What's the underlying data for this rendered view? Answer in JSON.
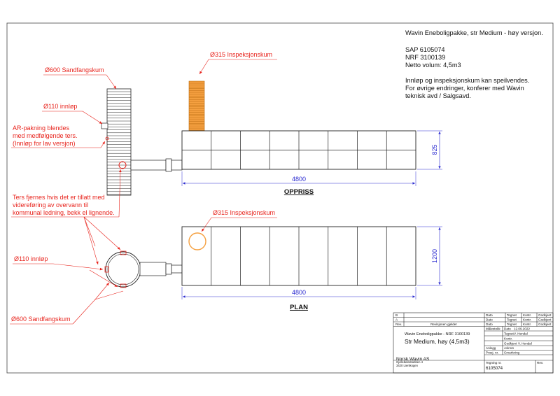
{
  "notes": {
    "title": "Wavin Eneboligpakke, str Medium - høy versjon.",
    "sap": "SAP 6105074",
    "nrf": "NRF 3100139",
    "volume": "Netto volum: 4,5m3",
    "line1": "Innløp og inspeksjonskum kan speilvendes.",
    "line2": "For øvrige endringer, konferer med Wavin",
    "line3": "teknisk avd / Salgsavd."
  },
  "labels": {
    "inspection_top": "Ø315 Inspeksjonskum",
    "sandtrap_top": "Ø600 Sandfangskum",
    "inlet_top": "Ø110 innløp",
    "gasket_1": "AR-pakning blendes",
    "gasket_2": "med medfølgende ters.",
    "gasket_3": "(Innløp for lav versjon)",
    "ters_1": "Ters fjernes hvis det er tillatt med",
    "ters_2": "videreføring av overvann til",
    "ters_3": "kommunal ledning, bekk el lignende.",
    "inspection_plan": "Ø315 Inspeksjonskum",
    "inlet_plan": "Ø110 innløp",
    "sandtrap_plan": "Ø600 Sandfangskum"
  },
  "dimensions": {
    "elev_length": "4800",
    "elev_height": "825",
    "plan_length": "4800",
    "plan_width": "1200"
  },
  "views": {
    "elevation": "OPPRISS",
    "plan": "PLAN"
  },
  "titleblock": {
    "rev_b": "B",
    "rev_a": "A",
    "rev": "Rev.",
    "rev_desc": "Revisjonen gjelder",
    "dato": "Dato",
    "tegnet": "Tegnet",
    "kontr": "Kontr.",
    "godkjent": "Godkjent",
    "malestokk": "Målestokk",
    "date_val": "12.09.2022",
    "tegnet_val": "V. Hendal",
    "kontr_lbl": "Kontr.",
    "godkjent_val": "V. Hendal",
    "anlegg": "Anlegg",
    "prosj_nr": "Prosj. nr.",
    "anlegg_val": "Avlrom",
    "prosj_val": "Cmarkning",
    "project_line": "Wavin Eneboligpakke - NRF 3100139",
    "project_title": "Str Medium, høy (4,5m3)",
    "company": "Norsk Wavin AS",
    "addr1": "Gjellebekkstubben 4",
    "addr2": "3420 Lierskogen",
    "tegning_nr_lbl": "Tegning nr.",
    "tegning_nr": "6105074",
    "rev_lbl": "Rev."
  },
  "colors": {
    "annotation": "#e8231c",
    "dimension": "#2b2bd0",
    "inspection_fill": "#f5a040",
    "line": "#222222"
  }
}
